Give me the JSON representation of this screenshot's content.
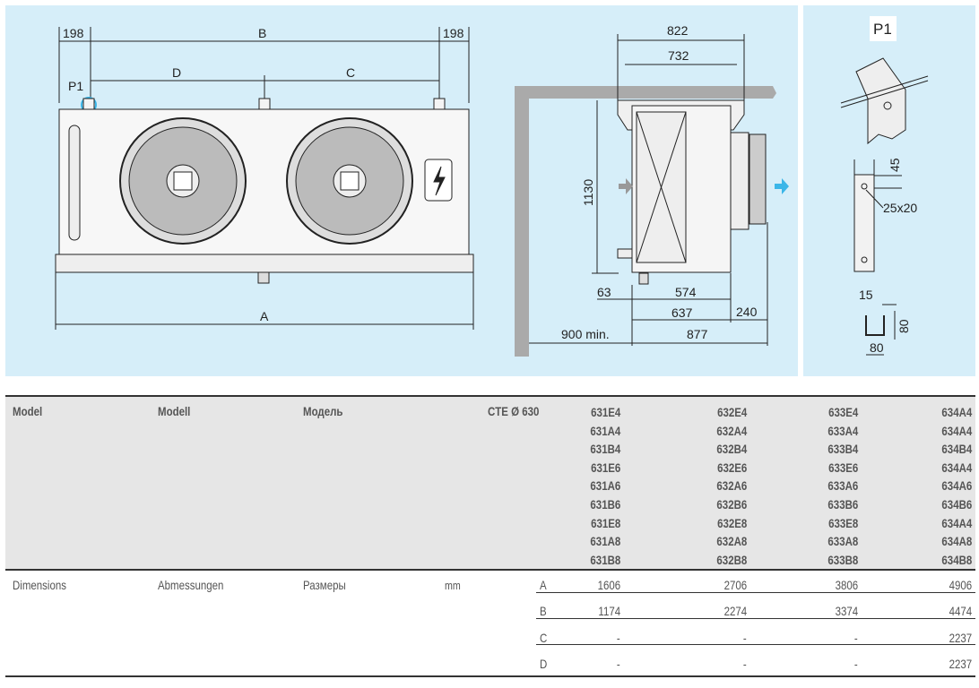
{
  "drawing": {
    "front": {
      "left_offset": "198",
      "span_b": "B",
      "right_offset": "198",
      "span_d": "D",
      "span_c": "C",
      "detail_ref": "P1",
      "overall_a": "A"
    },
    "side": {
      "width_outer": "822",
      "width_inner": "732",
      "height": "1130",
      "drain_offset": "63",
      "coil_depth": "574",
      "body_depth": "637",
      "fan_depth": "240",
      "clearance": "900 min.",
      "total_depth": "877"
    },
    "detail": {
      "title": "P1",
      "hole_offset": "45",
      "hole_size": "25x20",
      "flange": "15",
      "profile_height": "80",
      "profile_width": "80"
    },
    "accent_arrow": "#3bb6e8"
  },
  "table": {
    "header": {
      "col1": "Model",
      "col2": "Modell",
      "col3": "Модель",
      "series": "CTE Ø 630"
    },
    "models": [
      [
        "631E4",
        "631A4",
        "631B4",
        "631E6",
        "631A6",
        "631B6",
        "631E8",
        "631A8",
        "631B8"
      ],
      [
        "632E4",
        "632A4",
        "632B4",
        "632E6",
        "632A6",
        "632B6",
        "632E8",
        "632A8",
        "632B8"
      ],
      [
        "633E4",
        "633A4",
        "633B4",
        "633E6",
        "633A6",
        "633B6",
        "633E8",
        "633A8",
        "633B8"
      ],
      [
        "634A4",
        "634A4",
        "634B4",
        "634A4",
        "634A6",
        "634B6",
        "634A4",
        "634A8",
        "634B8"
      ]
    ],
    "dimensions": {
      "label_en": "Dimensions",
      "label_de": "Abmessungen",
      "label_ru": "Размеры",
      "unit": "mm",
      "rows": [
        {
          "key": "A",
          "values": [
            "1606",
            "2706",
            "3806",
            "4906"
          ]
        },
        {
          "key": "B",
          "values": [
            "1174",
            "2274",
            "3374",
            "4474"
          ]
        },
        {
          "key": "C",
          "values": [
            "-",
            "-",
            "-",
            "2237"
          ]
        },
        {
          "key": "D",
          "values": [
            "-",
            "-",
            "-",
            "2237"
          ]
        }
      ]
    }
  }
}
